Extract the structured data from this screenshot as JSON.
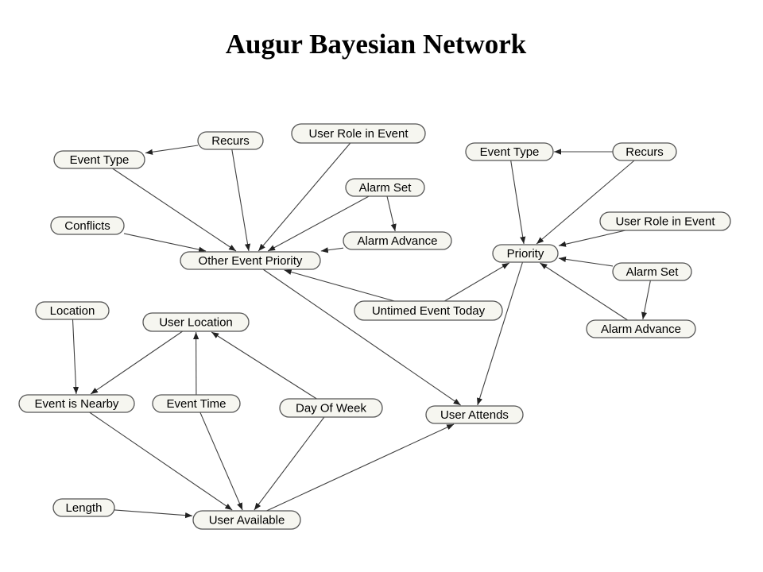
{
  "title": "Augur Bayesian Network",
  "nodes": [
    {
      "id": "event-type-l",
      "label": "Event Type"
    },
    {
      "id": "recurs-l",
      "label": "Recurs"
    },
    {
      "id": "user-role-l",
      "label": "User Role in Event"
    },
    {
      "id": "alarm-set-l",
      "label": "Alarm Set"
    },
    {
      "id": "conflicts",
      "label": "Conflicts"
    },
    {
      "id": "alarm-advance-l",
      "label": "Alarm Advance"
    },
    {
      "id": "other-event-priority",
      "label": "Other Event Priority"
    },
    {
      "id": "event-type-r",
      "label": "Event Type"
    },
    {
      "id": "recurs-r",
      "label": "Recurs"
    },
    {
      "id": "user-role-r",
      "label": "User Role in Event"
    },
    {
      "id": "priority",
      "label": "Priority"
    },
    {
      "id": "alarm-set-r",
      "label": "Alarm Set"
    },
    {
      "id": "alarm-advance-r",
      "label": "Alarm Advance"
    },
    {
      "id": "untimed-event-today",
      "label": "Untimed Event Today"
    },
    {
      "id": "location",
      "label": "Location"
    },
    {
      "id": "user-location",
      "label": "User Location"
    },
    {
      "id": "event-is-nearby",
      "label": "Event is Nearby"
    },
    {
      "id": "event-time",
      "label": "Event Time"
    },
    {
      "id": "day-of-week",
      "label": "Day Of Week"
    },
    {
      "id": "user-attends",
      "label": "User Attends"
    },
    {
      "id": "length",
      "label": "Length"
    },
    {
      "id": "user-available",
      "label": "User Available"
    }
  ],
  "edges": [
    {
      "from": "recurs-l",
      "to": "event-type-l"
    },
    {
      "from": "event-type-l",
      "to": "other-event-priority"
    },
    {
      "from": "recurs-l",
      "to": "other-event-priority"
    },
    {
      "from": "user-role-l",
      "to": "other-event-priority"
    },
    {
      "from": "alarm-set-l",
      "to": "other-event-priority"
    },
    {
      "from": "alarm-set-l",
      "to": "alarm-advance-l"
    },
    {
      "from": "alarm-advance-l",
      "to": "other-event-priority"
    },
    {
      "from": "conflicts",
      "to": "other-event-priority"
    },
    {
      "from": "untimed-event-today",
      "to": "other-event-priority"
    },
    {
      "from": "untimed-event-today",
      "to": "priority"
    },
    {
      "from": "recurs-r",
      "to": "event-type-r"
    },
    {
      "from": "event-type-r",
      "to": "priority"
    },
    {
      "from": "recurs-r",
      "to": "priority"
    },
    {
      "from": "user-role-r",
      "to": "priority"
    },
    {
      "from": "alarm-set-r",
      "to": "priority"
    },
    {
      "from": "alarm-set-r",
      "to": "alarm-advance-r"
    },
    {
      "from": "alarm-advance-r",
      "to": "priority"
    },
    {
      "from": "other-event-priority",
      "to": "user-attends"
    },
    {
      "from": "priority",
      "to": "user-attends"
    },
    {
      "from": "location",
      "to": "event-is-nearby"
    },
    {
      "from": "user-location",
      "to": "event-is-nearby"
    },
    {
      "from": "event-time",
      "to": "user-location"
    },
    {
      "from": "day-of-week",
      "to": "user-location"
    },
    {
      "from": "event-is-nearby",
      "to": "user-available"
    },
    {
      "from": "event-time",
      "to": "user-available"
    },
    {
      "from": "day-of-week",
      "to": "user-available"
    },
    {
      "from": "length",
      "to": "user-available"
    },
    {
      "from": "user-available",
      "to": "user-attends"
    }
  ]
}
